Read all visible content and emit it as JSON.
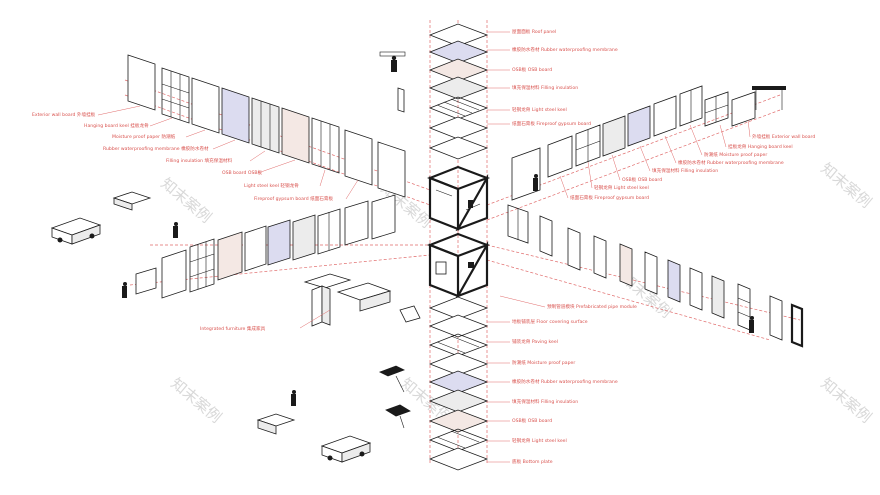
{
  "top_stack_labels": [
    "屋面面板 Roof panel",
    "橡胶防水卷材 Rubber waterproofing membrane",
    "OSB板 OSB board",
    "填充保温材料 Filling insulation",
    "轻钢龙骨 Light steel keel",
    "纸面石膏板 Fireproof gypsum board"
  ],
  "bottom_stack_labels": [
    "预制管道模块 Prefabricated pipe module",
    "地板铺装层 Floor covering surface",
    "铺装龙骨 Paving keel",
    "防潮纸 Moisture proof paper",
    "橡胶防水卷材 Rubber waterproofing membrane",
    "填充保温材料 Filling insulation",
    "OSB板 OSB board",
    "轻钢龙骨 Light steel keel",
    "底板 Bottom plate"
  ],
  "left_wall_labels": [
    "Exterior wall board 外墙挂板",
    "Hanging board keel 挂板龙骨",
    "Moisture proof paper 防潮纸",
    "Rubber waterproofing membrane 橡胶防水卷材",
    "Filling insulation 填充保温材料",
    "OSB board OSB板",
    "Light steel keel 轻钢龙骨",
    "Fireproof gypsum board 纸面石膏板"
  ],
  "right_wall_labels": [
    "外墙挂板 Exterior wall board",
    "挂板龙骨 Hanging board keel",
    "防潮纸 Moisture proof paper",
    "橡胶防水卷材 Rubber waterproofing membrane",
    "填充保温材料 Filling insulation",
    "OSB板 OSB board",
    "轻钢龙骨 Light steel keel",
    "纸面石膏板 Fireproof gypsum board"
  ],
  "furniture_label": "Integrated furniture 集成家具",
  "watermark": "知末案例",
  "colors": {
    "label": "#d9534f",
    "guide": "#e06a6a",
    "lilac": "#dcdcf0",
    "pink": "#f4e8e4",
    "ink": "#1a1a1a"
  }
}
